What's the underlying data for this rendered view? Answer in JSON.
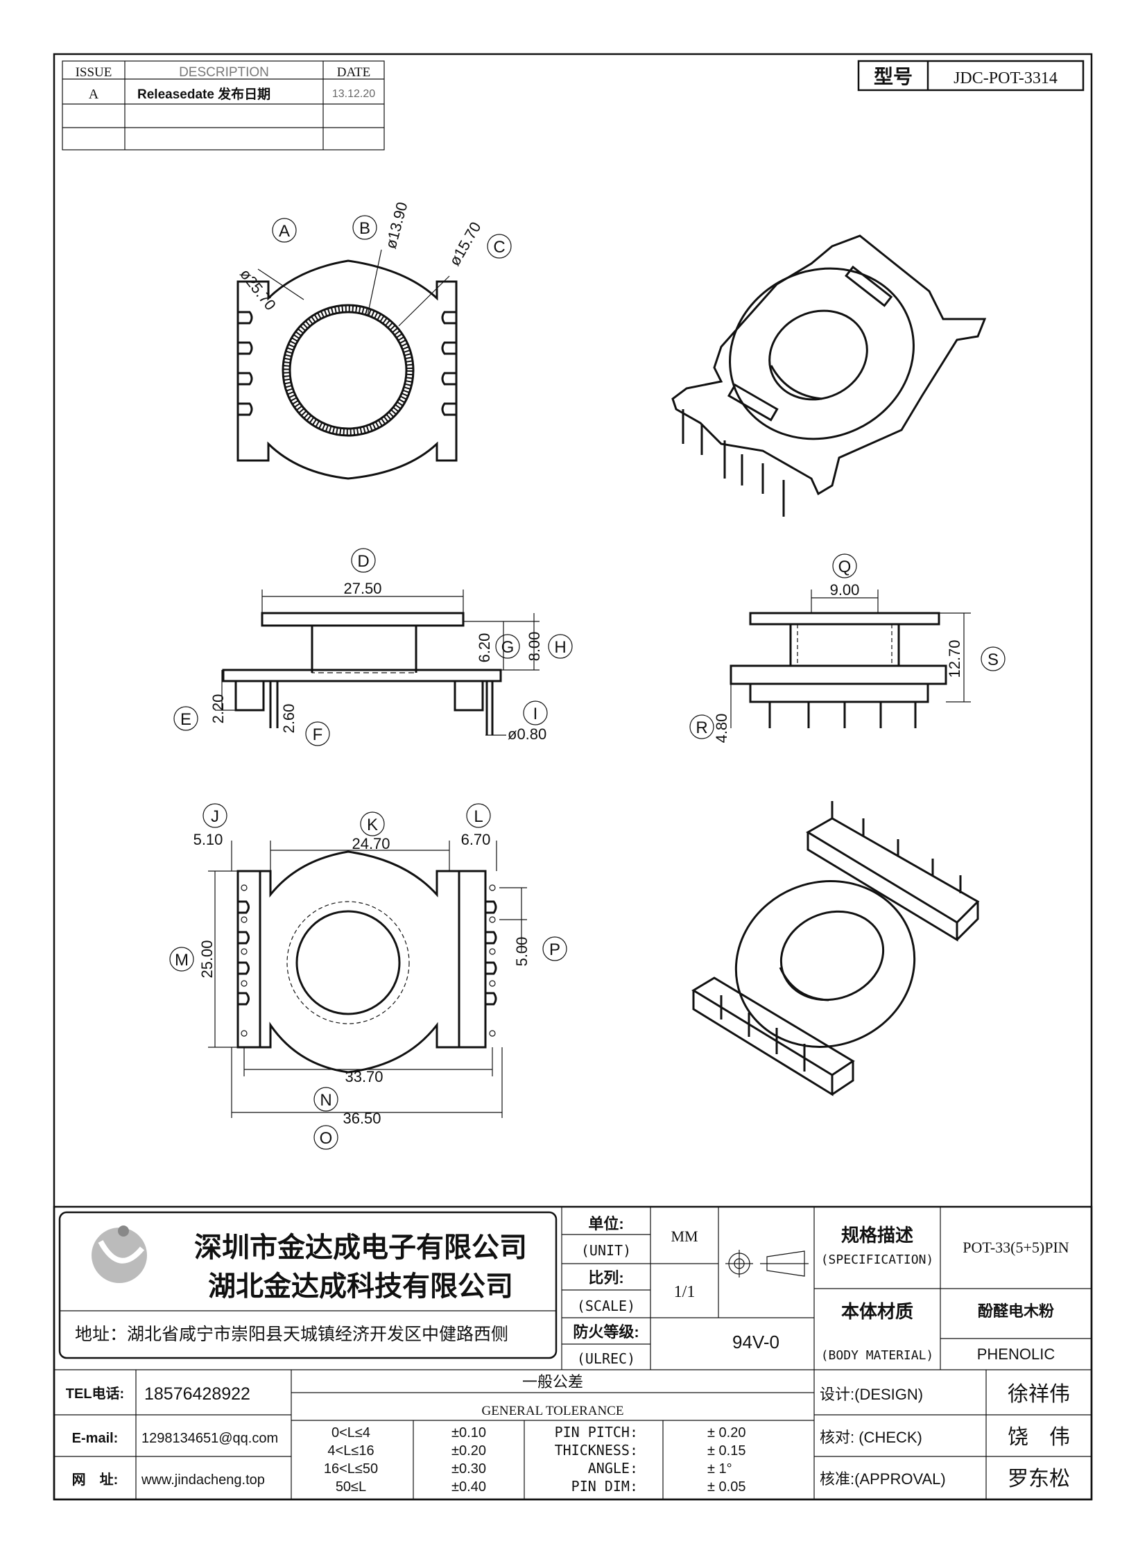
{
  "revision": {
    "headers": {
      "issue": "ISSUE",
      "description": "DESCRIPTION",
      "date": "DATE"
    },
    "rows": [
      {
        "issue": "A",
        "description": "Releasedate 发布日期",
        "date": "13.12.20"
      }
    ]
  },
  "model": {
    "label": "型号",
    "value": "JDC-POT-3314"
  },
  "dimensions": {
    "top_view": {
      "A": {
        "letter": "A",
        "value": "ø25.70"
      },
      "B": {
        "letter": "B",
        "value": "ø13.90"
      },
      "C": {
        "letter": "C",
        "value": "ø15.70"
      }
    },
    "front_view": {
      "D": {
        "letter": "D",
        "value": "27.50"
      },
      "G": {
        "letter": "G",
        "value": "6.20"
      },
      "H": {
        "letter": "H",
        "value": "8.00"
      },
      "E": {
        "letter": "E",
        "value": "2.20"
      },
      "F": {
        "letter": "F",
        "value": "2.60"
      },
      "I": {
        "letter": "I",
        "value": "ø0.80"
      }
    },
    "side_view": {
      "Q": {
        "letter": "Q",
        "value": "9.00"
      },
      "S": {
        "letter": "S",
        "value": "12.70"
      },
      "R": {
        "letter": "R",
        "value": "4.80"
      }
    },
    "bottom_view": {
      "J": {
        "letter": "J",
        "value": "5.10"
      },
      "K": {
        "letter": "K",
        "value": "24.70"
      },
      "L": {
        "letter": "L",
        "value": "6.70"
      },
      "M": {
        "letter": "M",
        "value": "25.00"
      },
      "P": {
        "letter": "P",
        "value": "5.00"
      },
      "N": {
        "letter": "N",
        "value": "33.70"
      },
      "O": {
        "letter": "O",
        "value": "36.50"
      }
    }
  },
  "company": {
    "name_1": "深圳市金达成电子有限公司",
    "name_2": "湖北金达成科技有限公司",
    "address": "地址：湖北省咸宁市崇阳县天城镇经济开发区中健路西侧"
  },
  "specs": {
    "unit_label": "单位:",
    "unit_label_en": "(UNIT)",
    "unit_value": "MM",
    "scale_label": "比列:",
    "scale_label_en": "(SCALE)",
    "scale_value": "1/1",
    "fire_label": "防火等级:",
    "fire_label_en": "(ULREC)",
    "fire_value": "94V-0",
    "spec_label": "规格描述",
    "spec_label_en": "(SPECIFICATION)",
    "spec_value": "POT-33(5+5)PIN",
    "material_label": "本体材质",
    "material_label_en": "(BODY MATERIAL)",
    "material_value_cn": "酚醛电木粉",
    "material_value_en": "PHENOLIC"
  },
  "contact": {
    "tel_label": "TEL电话:",
    "tel": "18576428922",
    "email_label": "E-mail:",
    "email": "1298134651@qq.com",
    "web_label": "网　址:",
    "web": "www.jindacheng.top"
  },
  "tolerance": {
    "title_cn": "一般公差",
    "title_en": "GENERAL TOLERANCE",
    "ranges": [
      {
        "range": "0<L≤4",
        "tol": "±0.10"
      },
      {
        "range": "4<L≤16",
        "tol": "±0.20"
      },
      {
        "range": "16<L≤50",
        "tol": "±0.30"
      },
      {
        "range": "50≤L",
        "tol": "±0.40"
      }
    ],
    "items": [
      {
        "name": "PIN PITCH:",
        "tol": "±  0.20"
      },
      {
        "name": "THICKNESS:",
        "tol": "±  0.15"
      },
      {
        "name": "ANGLE:",
        "tol": "±  1°"
      },
      {
        "name": "PIN DIM:",
        "tol": "±  0.05"
      }
    ]
  },
  "signoff": {
    "design_label": "设计:(DESIGN)",
    "design": "徐祥伟",
    "check_label": "核对: (CHECK)",
    "check": "饶　伟",
    "approval_label": "核准:(APPROVAL)",
    "approval": "罗东松"
  }
}
